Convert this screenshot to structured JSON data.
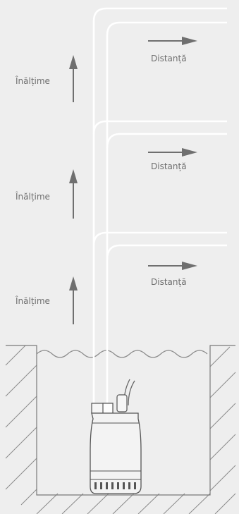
{
  "labels": {
    "height": "Înălțime",
    "distance": "Distanță"
  },
  "levels": [
    {
      "height_label": "Înălțime",
      "distance_label": "Distanță"
    },
    {
      "height_label": "Înălțime",
      "distance_label": "Distanță"
    },
    {
      "height_label": "Înălțime",
      "distance_label": "Distanță"
    }
  ],
  "colors": {
    "background": "#eeeeee",
    "pipe": "#ffffff",
    "arrow": "#6f6f6f",
    "text": "#6f6f6f",
    "pump": "#555555",
    "hatch": "#8a8a8a"
  }
}
